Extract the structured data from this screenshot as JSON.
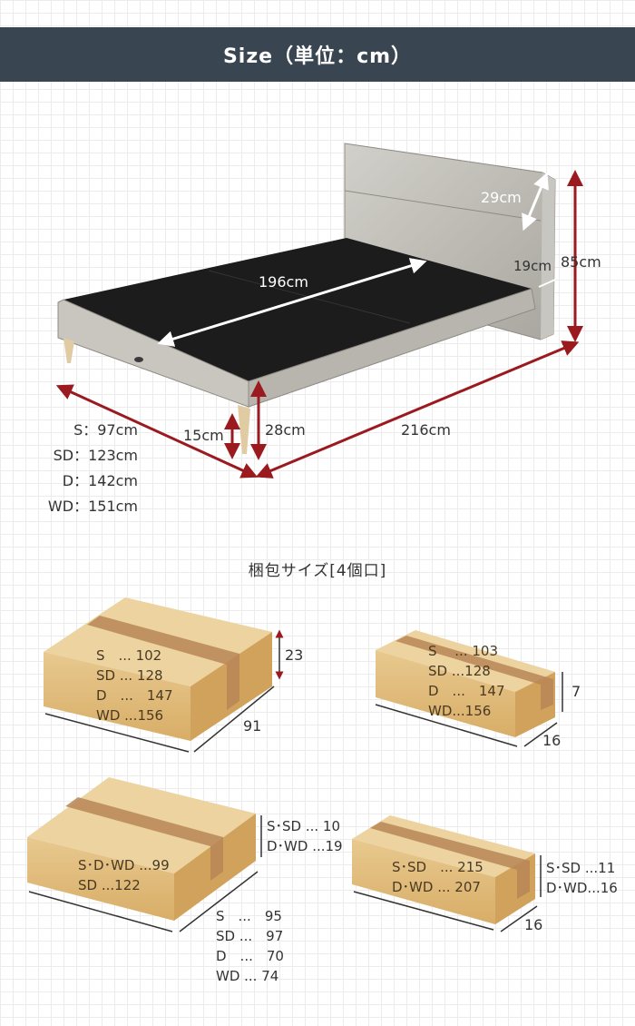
{
  "header": {
    "title": "Size（単位：cm）"
  },
  "bed": {
    "len_inner": "196cm",
    "len_total": "216cm",
    "height_total": "85cm",
    "headboard_shelf": "29cm",
    "headboard_depth": "19cm",
    "frame_height": "28cm",
    "leg_height": "15cm",
    "widths": [
      {
        "label": "S",
        "value": "97cm"
      },
      {
        "label": "SD",
        "value": "123cm"
      },
      {
        "label": "D",
        "value": "142cm"
      },
      {
        "label": "WD",
        "value": "151cm"
      }
    ]
  },
  "packaging": {
    "title": "梱包サイズ[4個口]",
    "box1": {
      "lines": [
        "S　... 102",
        "SD ... 128",
        "D　...　147",
        "WD ...156"
      ],
      "height": "23",
      "depth": "91"
    },
    "box2": {
      "lines": [
        "S　 ... 103",
        "SD ...128",
        "D　...　147",
        "WD...156"
      ],
      "height": "7",
      "depth": "16"
    },
    "box3": {
      "lines": [
        "S･D･WD ...99",
        "SD ...122"
      ],
      "heights": [
        "S･SD ... 10",
        "D･WD ...19"
      ],
      "widths": [
        "S　...　95",
        "SD ...　97",
        "D　...　70",
        "WD ... 74"
      ]
    },
    "box4": {
      "lines": [
        "S･SD　... 215",
        "D･WD ... 207"
      ],
      "heights": [
        "S･SD ...11",
        "D･WD...16"
      ],
      "depth": "16"
    }
  }
}
